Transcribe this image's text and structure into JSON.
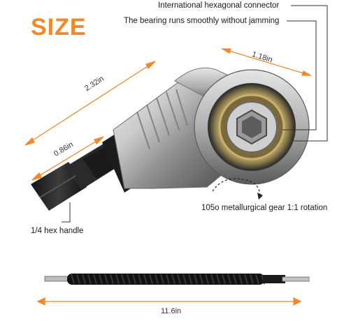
{
  "title": "SIZE",
  "labels": {
    "connector": "International hexagonal connector",
    "bearing": "The bearing runs smoothly without jamming",
    "gear": "105o metallurgical gear 1:1 rotation",
    "handle": "1/4 hex handle"
  },
  "dimensions": {
    "length_total": "2.32in",
    "head_width": "1.18in",
    "shank": "0.86in",
    "flex_length": "11.6in"
  },
  "colors": {
    "accent": "#f0892b",
    "text": "#1a1a1a"
  }
}
